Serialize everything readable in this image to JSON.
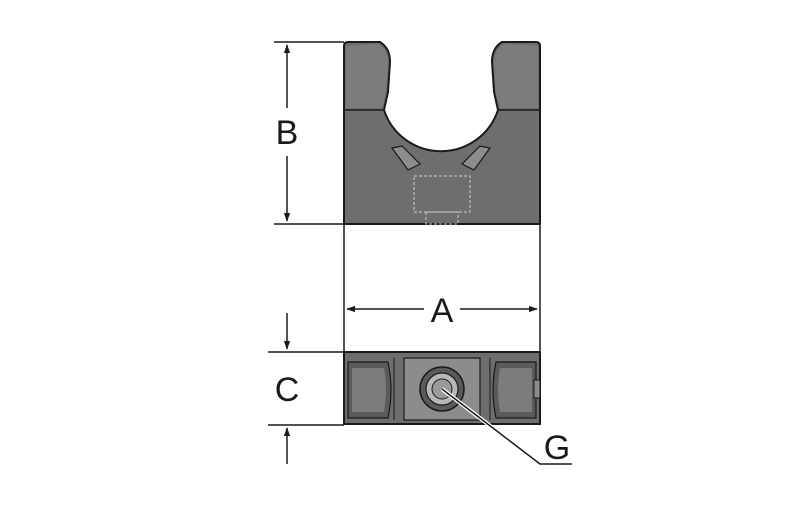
{
  "diagram": {
    "labels": {
      "a": "A",
      "b": "B",
      "c": "C",
      "g": "G"
    },
    "colors": {
      "line": "#1a1a1a",
      "body": "#6e6e6e",
      "body_dark": "#5a5a5a",
      "body_light": "#8c8c8c",
      "highlight": "#b8b8b8",
      "hidden_line": "#cfcfcf"
    }
  }
}
